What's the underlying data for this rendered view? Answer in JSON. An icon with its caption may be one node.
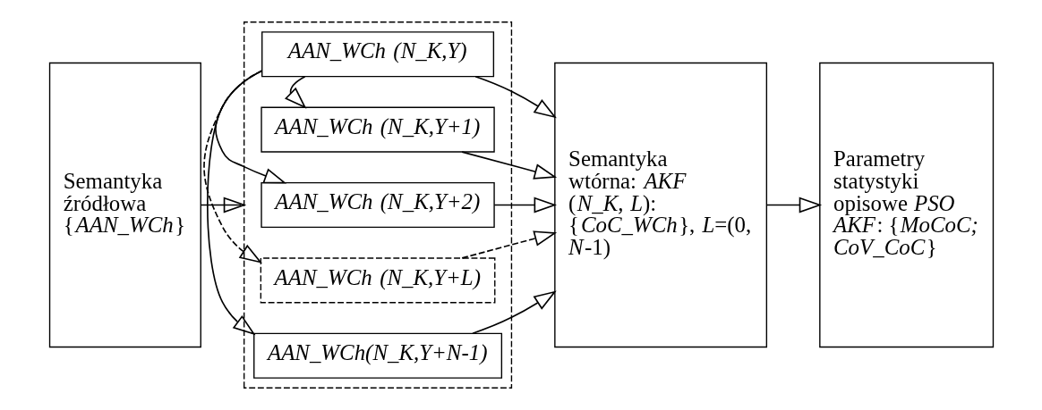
{
  "diagram": {
    "nodes": [
      {
        "text": [
          "Semantyka źródłowa {*AAN_WCh*}"
        ]
      },
      {
        "text": [],
        "shape": "box"
      },
      {
        "text": [
          "*AAN_WCh (N_K,Y)*"
        ],
        "in": 1
      },
      {
        "text": [
          "*AAN_WCh (N_K,Y+1)*"
        ],
        "in": 1
      },
      {
        "text": [
          "*AAN_WCh (N_K,Y+2)*"
        ],
        "in": 1
      },
      {
        "text": [
          "*AAN_WCh (N_K,Y+L)*"
        ],
        "in": 1
      },
      {
        "text": [
          "*AAN_WCh(N_K,Y+N-1)*"
        ],
        "in": 1
      },
      {
        "text": [
          "Semantyka wtórna: *AKF* (*N_K, L*): {*CoC_WCh*}, *L*=(0, *N*-1)"
        ]
      },
      {
        "text": [
          "Parametry statystyki opisowe *PSO AKF*: {*MoCoC; CoV_CoC*}"
        ]
      }
    ],
    "edges": [
      {
        "from": 0,
        "to": 1,
        "arrow": "to"
      },
      {
        "from": 2,
        "to": 3,
        "arrow": "to"
      },
      {
        "from": 2,
        "to": 4,
        "arrow": "to"
      },
      {
        "from": 2,
        "to": 5,
        "arrow": "to",
        "style": "dashed"
      },
      {
        "from": 2,
        "to": 6,
        "arrow": "to"
      },
      {
        "from": 2,
        "to": 7,
        "arrow": "to"
      },
      {
        "from": 3,
        "to": 7,
        "arrow": "to"
      },
      {
        "from": 4,
        "to": 7,
        "arrow": "to"
      },
      {
        "from": 5,
        "to": 7,
        "arrow": "to",
        "style": "dashed"
      },
      {
        "from": 6,
        "to": 7,
        "arrow": "to"
      },
      {
        "from": 7,
        "to": 8,
        "arrow": "to"
      }
    ]
  }
}
